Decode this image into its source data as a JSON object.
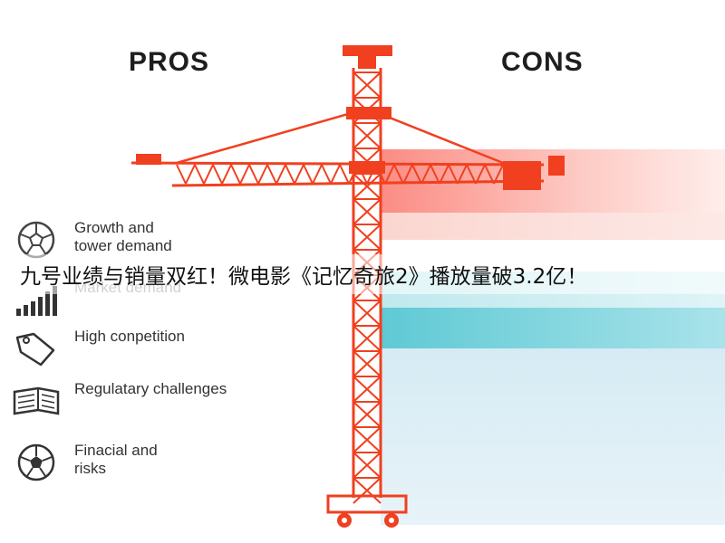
{
  "headings": {
    "pros": "PROS",
    "cons": "CONS"
  },
  "items": [
    {
      "icon": "soccer-ball-icon",
      "label": "Growth and\ntower demand"
    },
    {
      "icon": "bar-chart-icon",
      "label": "Market demand"
    },
    {
      "icon": "price-tag-icon",
      "label": "High conpetition"
    },
    {
      "icon": "books-icon",
      "label": "Regulatary challenges"
    },
    {
      "icon": "soccer-ball-icon",
      "label": "Finacial and\nrisks"
    }
  ],
  "overlay": {
    "headline": "九号业绩与销量双红！微电影《记忆奇旅2》播放量破3.2亿！"
  },
  "colors": {
    "crane": "#f0401f",
    "red_band": "#fa786e",
    "cyan_band": "#5fc9d4",
    "blue_band": "#d6ebf4"
  }
}
